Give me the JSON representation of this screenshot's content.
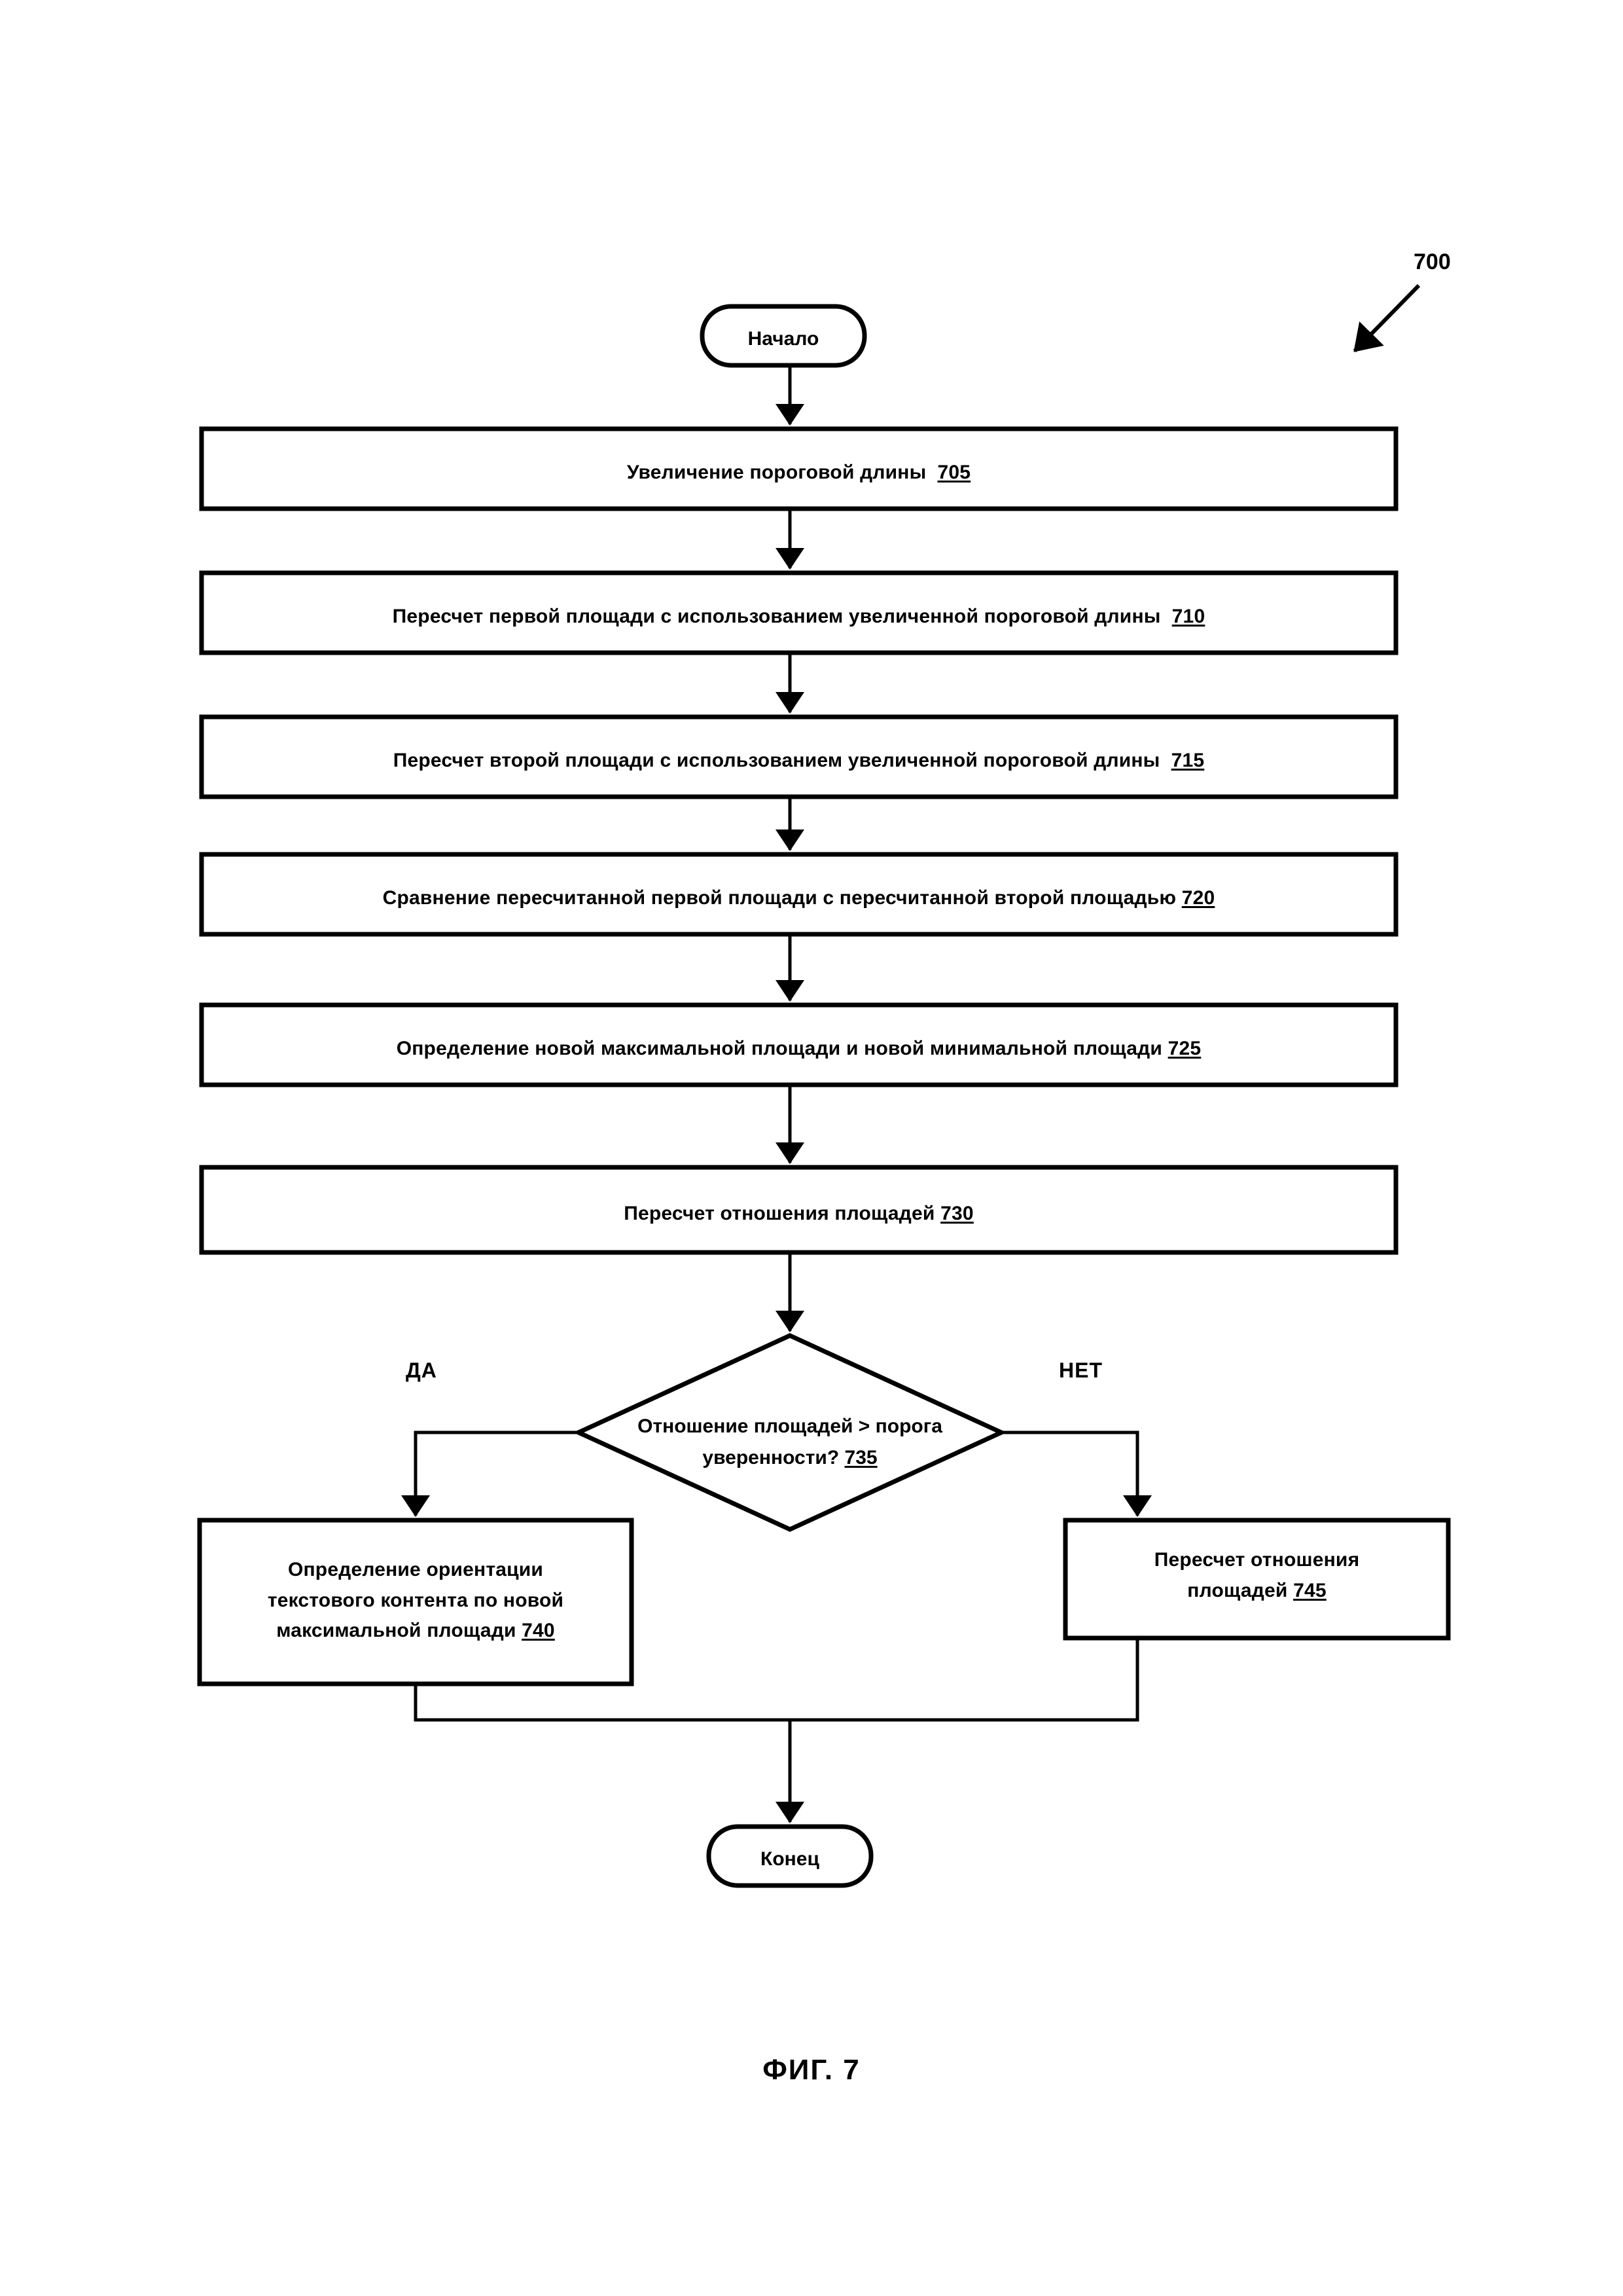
{
  "figure": {
    "caption": "ФИГ. 7",
    "reference_number": "700",
    "leader_arrow": "diagonal-arrow-pointing-down-left"
  },
  "flowchart": {
    "type": "process-flow-diagram",
    "language": "ru",
    "terminators": {
      "start": {
        "label": "Начало"
      },
      "end": {
        "label": "Конец"
      }
    },
    "steps": [
      {
        "id": "705",
        "shape": "process",
        "text": "Увеличение пороговой длины",
        "ref": "705"
      },
      {
        "id": "710",
        "shape": "process",
        "text": "Пересчет первой площади с использованием увеличенной пороговой длины",
        "ref": "710"
      },
      {
        "id": "715",
        "shape": "process",
        "text": "Пересчет второй площади с использованием увеличенной пороговой длины",
        "ref": "715"
      },
      {
        "id": "720",
        "shape": "process",
        "text": "Сравнение пересчитанной первой площади с пересчитанной второй площадью",
        "ref": "720"
      },
      {
        "id": "725",
        "shape": "process",
        "text": "Определение новой максимальной площади и новой минимальной площади",
        "ref": "725"
      },
      {
        "id": "730",
        "shape": "process",
        "text": "Пересчет отношения площадей",
        "ref": "730"
      }
    ],
    "decision": {
      "id": "735",
      "shape": "diamond",
      "line1": "Отношение площадей > порога",
      "line2": "уверенности?",
      "ref": "735",
      "branch_yes": "ДА",
      "branch_no": "НЕТ"
    },
    "branches": {
      "yes_box": {
        "id": "740",
        "shape": "process",
        "line1": "Определение ориентации",
        "line2": "текстового контента по новой",
        "line3": "максимальной площади",
        "ref": "740"
      },
      "no_box": {
        "id": "745",
        "shape": "process",
        "line1": "Пересчет отношения",
        "line2": "площадей",
        "ref": "745"
      }
    },
    "colors": {
      "stroke": "#000000",
      "fill": "#ffffff",
      "text": "#000000"
    }
  }
}
